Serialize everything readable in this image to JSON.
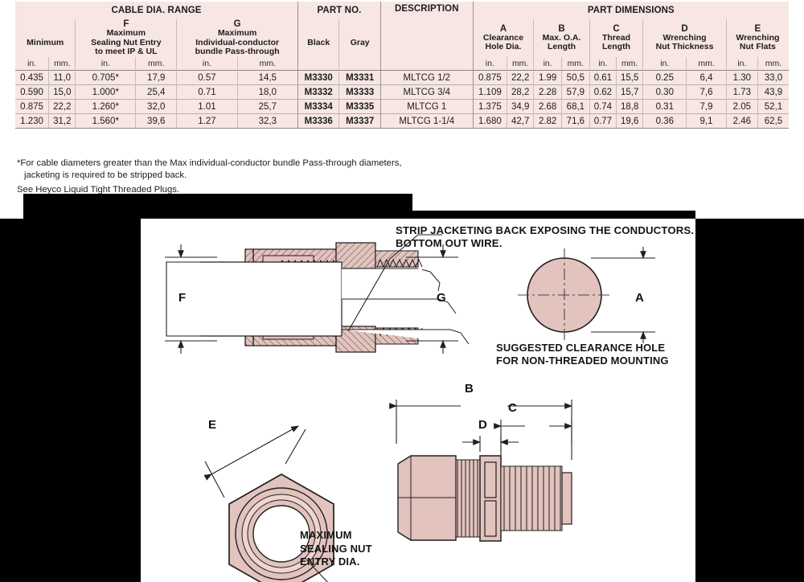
{
  "table": {
    "group_headers": [
      {
        "label": "CABLE DIA. RANGE"
      },
      {
        "label": "PART NO."
      },
      {
        "label": "DESCRIPTION"
      },
      {
        "label": "PART DIMENSIONS"
      }
    ],
    "columns": [
      {
        "letter": "",
        "desc": "Minimum",
        "units": [
          "in.",
          "mm."
        ]
      },
      {
        "letter": "F",
        "desc": "Maximum\nSealing Nut Entry\nto meet IP & UL",
        "units": [
          "in.",
          "mm."
        ]
      },
      {
        "letter": "G",
        "desc": "Maximum\nIndividual-conductor\nbundle Pass-through",
        "units": [
          "in.",
          "mm."
        ]
      },
      {
        "letter": "",
        "desc": "Black",
        "units": []
      },
      {
        "letter": "",
        "desc": "Gray",
        "units": []
      },
      {
        "letter": "",
        "desc": "",
        "units": []
      },
      {
        "letter": "A",
        "desc": "Clearance\nHole Dia.",
        "units": [
          "in.",
          "mm."
        ]
      },
      {
        "letter": "B",
        "desc": "Max. O.A.\nLength",
        "units": [
          "in.",
          "mm."
        ]
      },
      {
        "letter": "C",
        "desc": "Thread\nLength",
        "units": [
          "in.",
          "mm."
        ]
      },
      {
        "letter": "D",
        "desc": "Wrenching\nNut Thickness",
        "units": [
          "in.",
          "mm."
        ]
      },
      {
        "letter": "E",
        "desc": "Wrenching\nNut Flats",
        "units": [
          "in.",
          "mm."
        ]
      }
    ],
    "headers": {
      "cable_dia_range": "CABLE DIA. RANGE",
      "minimum": "Minimum",
      "f_letter": "F",
      "f_desc": "Maximum\nSealing Nut Entry\nto meet IP & UL",
      "g_letter": "G",
      "g_desc": "Maximum\nIndividual-conductor\nbundle Pass-through",
      "part_no": "PART NO.",
      "black": "Black",
      "gray": "Gray",
      "description": "DESCRIPTION",
      "part_dimensions": "PART DIMENSIONS",
      "a_letter": "A",
      "a_desc": "Clearance\nHole Dia.",
      "b_letter": "B",
      "b_desc": "Max. O.A.\nLength",
      "c_letter": "C",
      "c_desc": "Thread\nLength",
      "d_letter": "D",
      "d_desc": "Wrenching\nNut Thickness",
      "e_letter": "E",
      "e_desc": "Wrenching\nNut Flats",
      "unit_in": "in.",
      "unit_mm": "mm."
    },
    "rows": [
      {
        "min_in": "0.435",
        "min_mm": "11,0",
        "f_in": "0.705*",
        "f_mm": "17,9",
        "g_in": "0.57",
        "g_mm": "14,5",
        "black": "M3330",
        "gray": "M3331",
        "description": "MLTCG 1/2",
        "a_in": "0.875",
        "a_mm": "22,2",
        "b_in": "1.99",
        "b_mm": "50,5",
        "c_in": "0.61",
        "c_mm": "15,5",
        "d_in": "0.25",
        "d_mm": "6,4",
        "e_in": "1.30",
        "e_mm": "33,0"
      },
      {
        "min_in": "0.590",
        "min_mm": "15,0",
        "f_in": "1.000*",
        "f_mm": "25,4",
        "g_in": "0.71",
        "g_mm": "18,0",
        "black": "M3332",
        "gray": "M3333",
        "description": "MLTCG 3/4",
        "a_in": "1.109",
        "a_mm": "28,2",
        "b_in": "2.28",
        "b_mm": "57,9",
        "c_in": "0.62",
        "c_mm": "15,7",
        "d_in": "0.30",
        "d_mm": "7,6",
        "e_in": "1.73",
        "e_mm": "43,9"
      },
      {
        "min_in": "0.875",
        "min_mm": "22,2",
        "f_in": "1.260*",
        "f_mm": "32,0",
        "g_in": "1.01",
        "g_mm": "25,7",
        "black": "M3334",
        "gray": "M3335",
        "description": "MLTCG 1",
        "a_in": "1.375",
        "a_mm": "34,9",
        "b_in": "2.68",
        "b_mm": "68,1",
        "c_in": "0.74",
        "c_mm": "18,8",
        "d_in": "0.31",
        "d_mm": "7,9",
        "e_in": "2.05",
        "e_mm": "52,1"
      },
      {
        "min_in": "1.230",
        "min_mm": "31,2",
        "f_in": "1.560*",
        "f_mm": "39,6",
        "g_in": "1.27",
        "g_mm": "32,3",
        "black": "M3336",
        "gray": "M3337",
        "description": "MLTCG 1-1/4",
        "a_in": "1.680",
        "a_mm": "42,7",
        "b_in": "2.82",
        "b_mm": "71,6",
        "c_in": "0.77",
        "c_mm": "19,6",
        "d_in": "0.36",
        "d_mm": "9,1",
        "e_in": "2.46",
        "e_mm": "62,5"
      }
    ]
  },
  "footnotes": {
    "line1": "*For cable diameters greater than the Max individual-conductor bundle Pass-through diameters,",
    "line2": "jacketing is required to be stripped back.",
    "line3": "See Heyco Liquid Tight Threaded Plugs."
  },
  "diagram": {
    "callout_strip": "STRIP JACKETING BACK EXPOSING THE CONDUCTORS.\nBOTTOM OUT WIRE.",
    "callout_clearance": "SUGGESTED CLEARANCE HOLE\nFOR NON-THREADED MOUNTING",
    "callout_max_nut": "MAXIMUM\nSEALING NUT\nENTRY DIA.",
    "dim_F": "F",
    "dim_G": "G",
    "dim_A": "A",
    "dim_B": "B",
    "dim_C": "C",
    "dim_D": "D",
    "dim_E": "E"
  },
  "colors": {
    "table_background": "#f7e6e3",
    "part_fill": "#e2c3bd",
    "part_fill_light": "#eed5d0",
    "line": "#231f20",
    "page_background": "#000000",
    "panel": "#ffffff"
  }
}
